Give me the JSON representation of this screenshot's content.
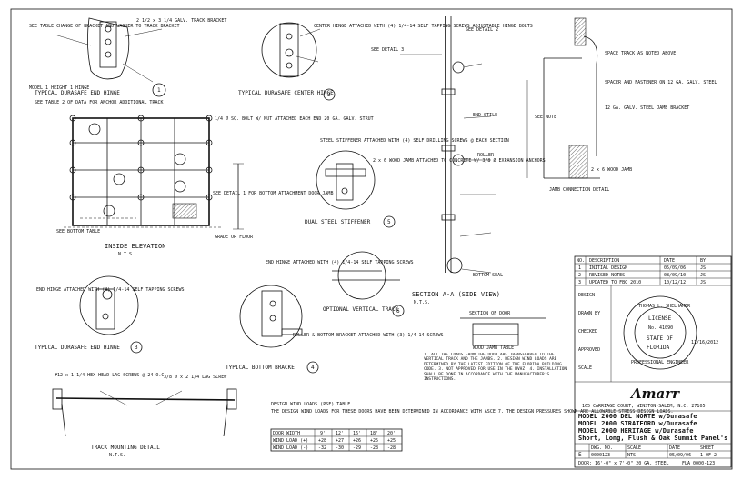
{
  "callouts": {
    "top_left": "SEE TABLE CHANGE OF BRACKET AND WASHER TO TRACK BRACKET",
    "rear_hinge": "MODEL 1 HEIGHT 1 HINGE",
    "track_note": "SEE TABLE 2 OF DATA FOR ANCHOR ADDITIONAL TRACK",
    "center_hinge_note": "CENTER HINGE ATTACHED WITH (4) 1/4-14 SELF TAPPING SCREWS ADJUSTABLE HINGE BOLTS",
    "strut_note": "1/4 Ø SQ. BOLT W/ NUT ATTACHED EACH END 20 GA. GALV. STRUT",
    "bottom_note": "SEE DETAIL 1 FOR BOTTOM ATTACHMENT DOOR JAMB",
    "steel_stiffener": "STEEL STIFFENER ATTACHED WITH (4) SELF DRILLING SCREWS @ EACH SECTION",
    "grade_note": "GRADE OR FLOOR",
    "jamb_note": "2 x 6 WOOD JAMB ATTACHED TO CONCRETE W/ 3/8 Ø EXPANSION ANCHORS",
    "end_hinge_note": "END HINGE ATTACHED WITH (4) 1/4-14 SELF TAPPING SCREWS",
    "track_bracket_note": "2 1/2 x 3 1/4 GALV. TRACK BRACKET",
    "bottom_bracket_note": "ROLLER & BOTTOM BRACKET ATTACHED WITH (3) 1/4-14 SCREWS",
    "track_mount_left": "#12 x 1 1/4 HEX HEAD LAG SCREWS @ 24 O.C.",
    "track_mount_right": "3/8 Ø x 2 1/4 LAG SCREW",
    "floor_left": "SEE BOTTOM TABLE",
    "section_note1": "SEE DETAIL 2",
    "section_note2": "SEE DETAIL 3",
    "section_note3": "END STILE",
    "section_note4": "ROLLER",
    "section_note5": "BOTTOM SEAL",
    "right_note1": "SPACE TRACK AS NOTED ABOVE",
    "right_note2": "SPACER AND FASTENER ON 12 GA. GALV. STEEL",
    "right_note3": "12 GA. GALV. STEEL JAMB BRACKET",
    "right_note4": "2 x 6 WOOD JAMB",
    "right_note5": "SEE NOTE",
    "notes_block": "1. ALL THE LOADS FROM THE DOOR ARE TRANSFERRED TO THE VERTICAL TRACK AND THE JAMBS. 2. DESIGN WIND LOADS ARE DETERMINED BY THE LATEST EDITION OF THE FLORIDA BUILDING CODE. 3. NOT APPROVED FOR USE IN THE HVHZ. 4. INSTALLATION SHALL BE DONE IN ACCORDANCE WITH THE MANUFACTURER'S INSTRUCTIONS."
  },
  "titles": {
    "end_hinge": "TYPICAL DURASAFE END HINGE",
    "center_hinge": "TYPICAL DURASAFE CENTER HINGE",
    "inside_elevation": "INSIDE ELEVATION",
    "inside_scale": "N.T.S.",
    "steel_stiffener": "DUAL STEEL STIFFENER",
    "vertical_track": "OPTIONAL VERTICAL TRACK",
    "section": "SECTION A-A (SIDE VIEW)",
    "section_scale": "N.T.S.",
    "end_hinge_bottom": "TYPICAL DURASAFE END HINGE",
    "bottom_bracket": "TYPICAL BOTTOM BRACKET",
    "track_mounting": "TRACK MOUNTING DETAIL",
    "track_scale": "N.T.S.",
    "jamb_connection": "JAMB CONNECTION DETAIL",
    "thermal_note": "SECTION OF DOOR",
    "jamb_table": "WOOD JAMB TABLE"
  },
  "detail_numbers": [
    "1",
    "2",
    "3",
    "4",
    "5",
    "6"
  ],
  "table": {
    "header": "DESIGN WIND LOADS (PSF) TABLE",
    "intro": "THE DESIGN WIND LOADS FOR THESE DOORS HAVE BEEN DETERMINED IN ACCORDANCE WITH ASCE 7. THE DESIGN PRESSURES SHOWN ARE ALLOWABLE STRESS DESIGN LOADS.",
    "columns": [
      "DOOR WIDTH",
      "9'",
      "12'",
      "16'",
      "18'",
      "20'"
    ],
    "rows": [
      [
        "WIND LOAD (+)",
        "+28",
        "+27",
        "+26",
        "+25",
        "+25"
      ],
      [
        "WIND LOAD (-)",
        "-32",
        "-30",
        "-29",
        "-28",
        "-28"
      ]
    ]
  },
  "revisions": {
    "header": [
      "NO.",
      "DESCRIPTION",
      "DATE",
      "BY"
    ],
    "rows": [
      [
        "1",
        "INITIAL DESIGN",
        "05/09/06",
        "JS"
      ],
      [
        "2",
        "REVISED NOTES",
        "08/09/10",
        "JS"
      ],
      [
        "3",
        "UPDATED TO FBC 2010",
        "10/12/12",
        "JS"
      ]
    ]
  },
  "stamp": {
    "line1": "THOMAS L. SHELHAMER",
    "line2": "LICENSE",
    "line3": "No. 41090",
    "line4": "STATE OF",
    "line5": "FLORIDA",
    "line6": "PROFESSIONAL ENGINEER",
    "date": "11/16/2012"
  },
  "side_labels": {
    "design": "DESIGN",
    "drawn": "DRAWN BY",
    "checked": "CHECKED",
    "approved": "APPROVED",
    "scale": "SCALE"
  },
  "company": {
    "logo": "Amarr",
    "address": "165 CARRIAGE COURT, WINSTON-SALEM, N.C. 27105",
    "model_lines": [
      "MODEL 2000 DEL NORTE w/Durasafe",
      "MODEL 2000 STRATFORD w/Durasafe",
      "MODEL 2000 HERITAGE w/Durasafe",
      "Short, Long, Flush & Oak Summit Panel's"
    ]
  },
  "title_block": {
    "labels": [
      "DWG. NO.",
      "SCALE",
      "DATE",
      "SHEET"
    ],
    "values": [
      "0000123",
      "NTS",
      "05/09/06",
      "1 OF 2"
    ],
    "drawing_no": "FLA 0000-123",
    "footer": "DOOR: 16'-0\" x 7'-0\" 20 GA. STEEL",
    "size_label": "E"
  }
}
